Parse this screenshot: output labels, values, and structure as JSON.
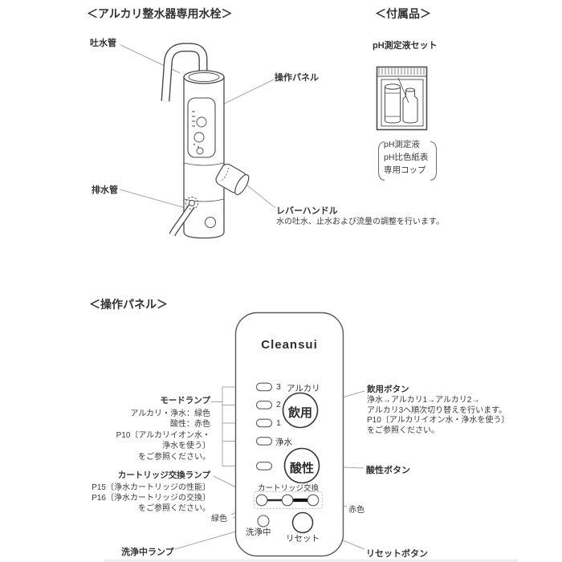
{
  "faucet": {
    "heading": "＜アルカリ整水器専用水栓＞",
    "spout_label": "吐水管",
    "panel_label": "操作パネル",
    "drain_label": "排水管",
    "lever_label": "レバーハンドル",
    "lever_desc": "水の吐水、止水および流量の調整を行います。"
  },
  "accessories": {
    "heading": "＜付属品＞",
    "item_title": "pH測定液セット",
    "contents": [
      "pH測定液",
      "pH比色紙表",
      "専用コップ"
    ]
  },
  "panel": {
    "heading": "＜操作パネル＞",
    "logo": "Cleansui",
    "lamps": [
      {
        "num": "3",
        "label": "アルカリ"
      },
      {
        "num": "2",
        "label": ""
      },
      {
        "num": "1",
        "label": ""
      },
      {
        "num": "",
        "label": "浄水"
      },
      {
        "num": "",
        "label": ""
      }
    ],
    "drink_button": "飲用",
    "acid_button": "酸性",
    "reset_button": "リセット",
    "cartridge_label": "カートリッジ交換",
    "cleaning_label": "洗浄中",
    "annotations": {
      "mode_lamp_title": "モードランプ",
      "mode_lamp_lines": [
        "アルカリ・浄水：緑色",
        "酸性：赤色",
        "P10〔アルカリイオン水・",
        "浄水を使う〕",
        "をご参照ください。"
      ],
      "drink_button_title": "飲用ボタン",
      "drink_button_lines": [
        "浄水→アルカリ1→アルカリ2→",
        "アルカリ3へ順次切り替えを行います。",
        "P10〔アルカリイオン水・浄水を使う〕",
        "をご参照ください。"
      ],
      "acid_button_title": "酸性ボタン",
      "cartridge_lamp_title": "カートリッジ交換ランプ",
      "cartridge_lamp_lines": [
        "P15〔浄水カートリッジの性能〕",
        "P16〔浄水カートリッジの交換〕",
        "をご参照ください。"
      ],
      "cleaning_lamp_title": "洗浄中ランプ",
      "reset_button_title": "リセットボタン",
      "green_label": "緑色",
      "red_label": "赤色"
    }
  },
  "colors": {
    "text": "#3a3a3a",
    "leader_line": "#a8a8a8",
    "illustration_stroke": "#4a4a4a"
  }
}
